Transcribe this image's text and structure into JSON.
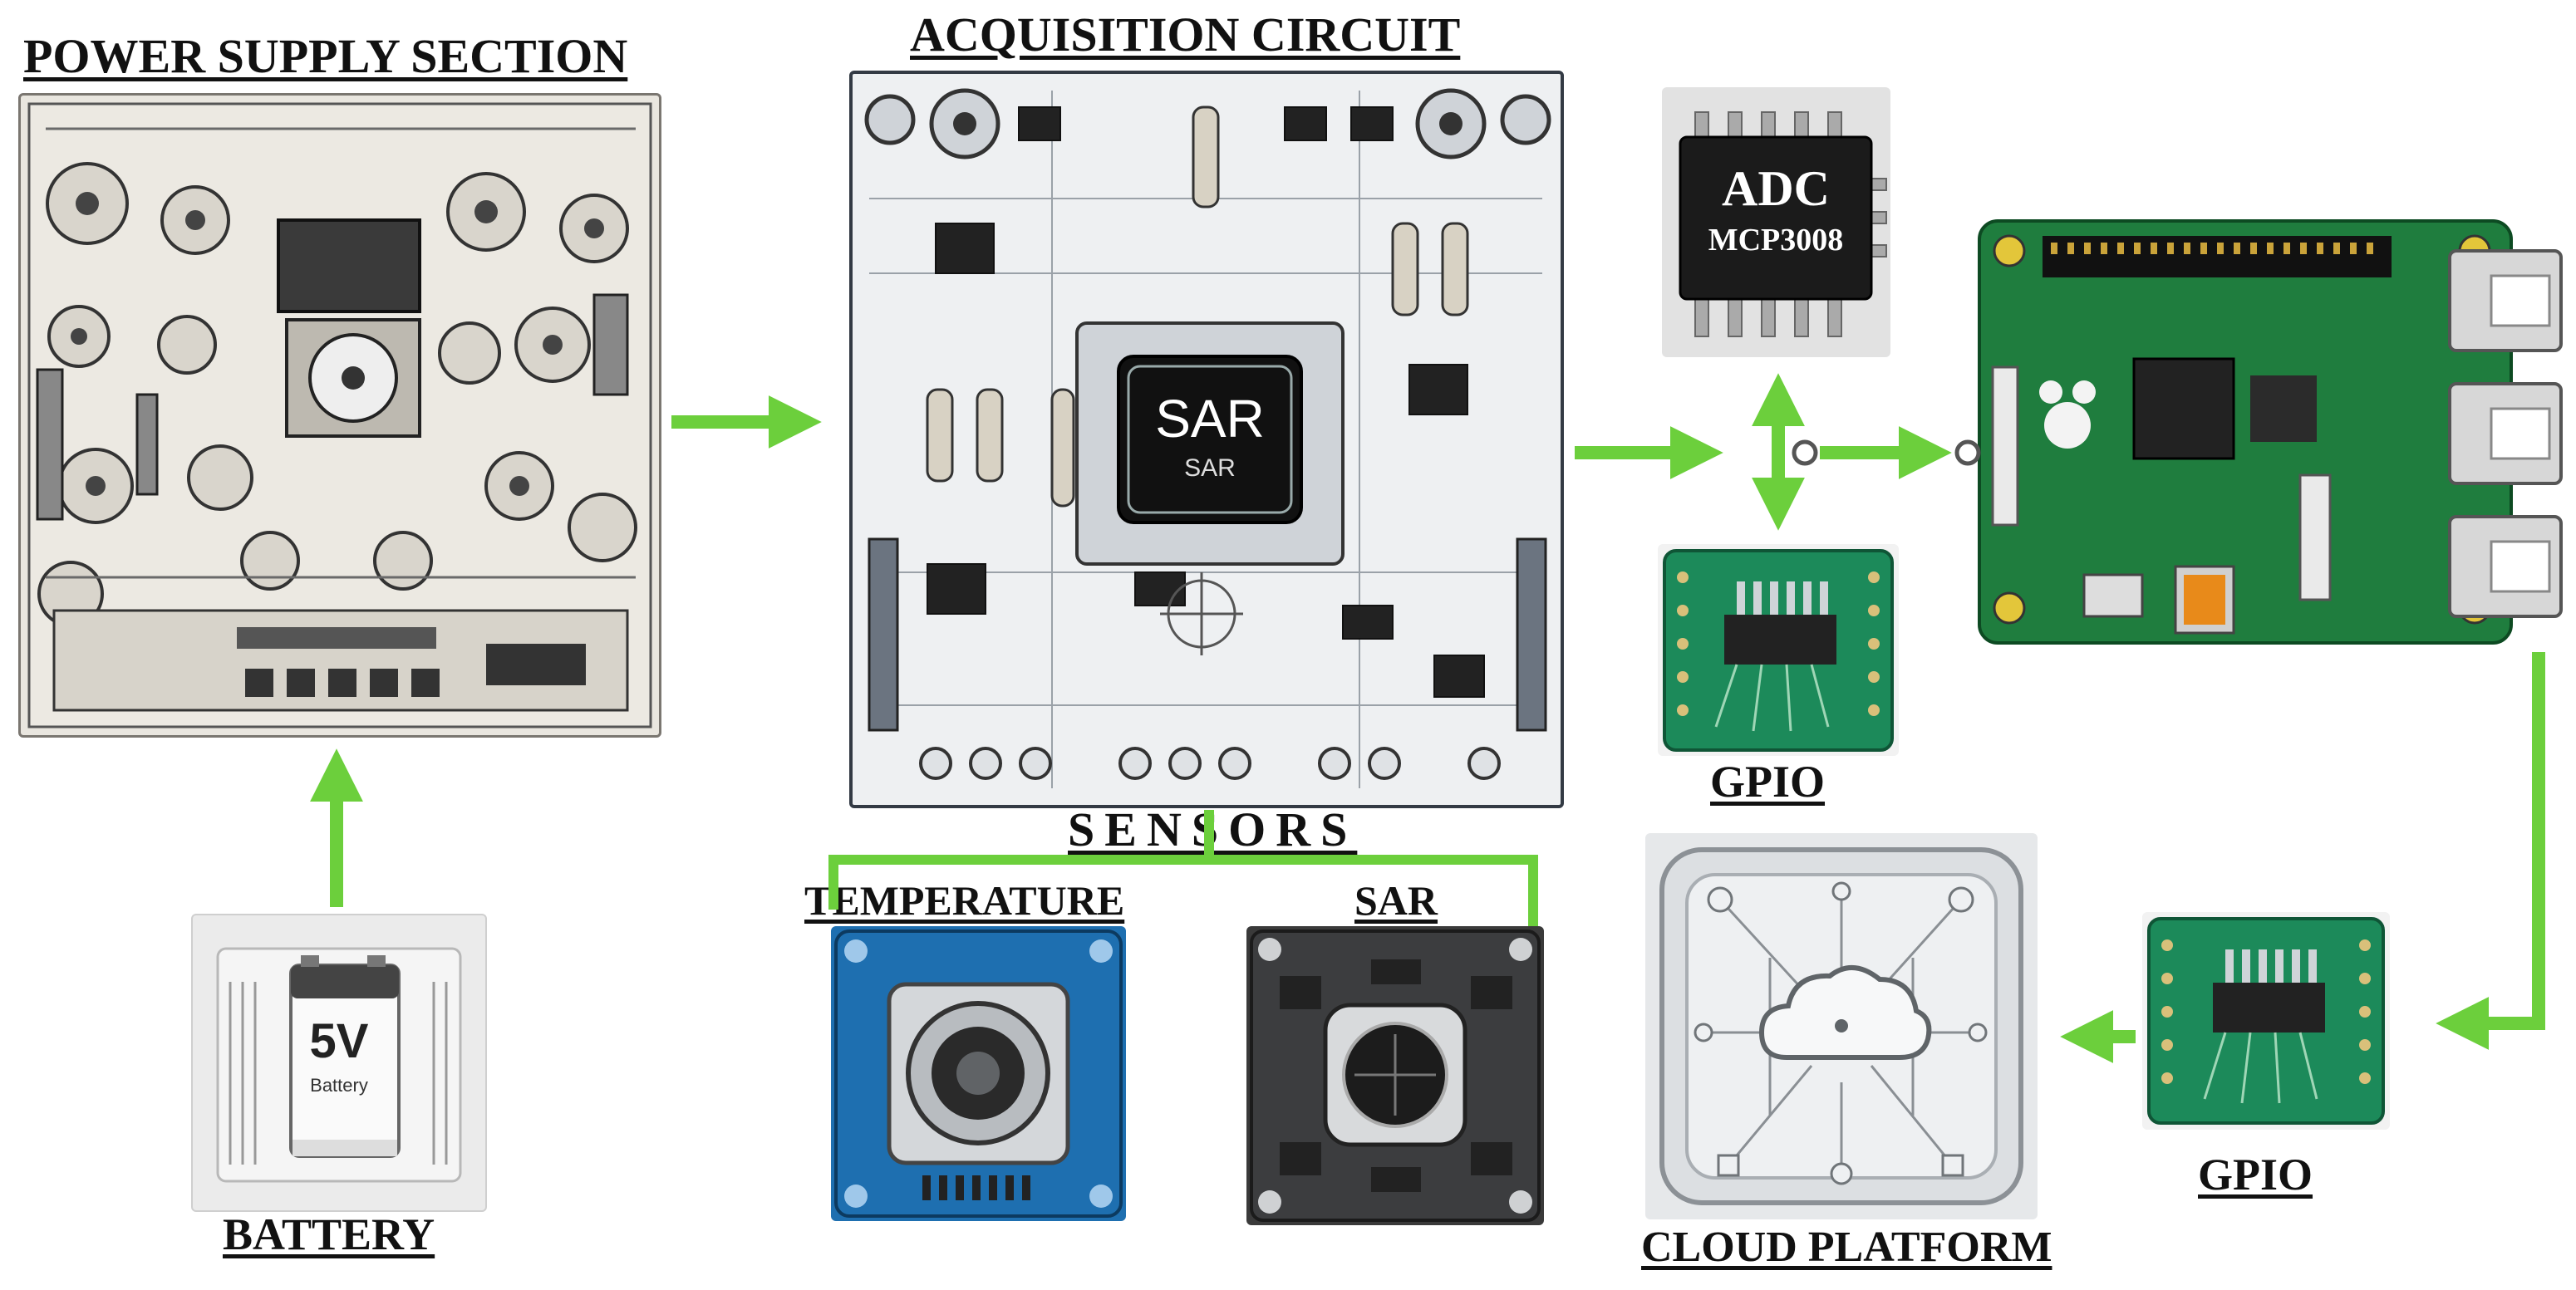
{
  "labels": {
    "power_supply": "POWER SUPPLY SECTION",
    "acquisition": "ACQUISITION CIRCUIT",
    "sensors": "SENSORS",
    "temperature": "TEMPERATURE",
    "sar": "SAR",
    "battery": "BATTERY",
    "gpio_top": "GPIO",
    "gpio_bottom": "GPIO",
    "cloud": "CLOUD PLATFORM"
  },
  "chip_labels": {
    "adc_line1": "ADC",
    "adc_line2": "MCP3008",
    "sar_chip": "SAR",
    "sar_chip_sub": "SAR",
    "battery_voltage": "5V",
    "battery_word": "Battery"
  },
  "colors": {
    "arrow": "#6ccf3c",
    "pcb_green": "#1f7d3e",
    "pcb_blue": "#1e6fb0",
    "chip_dark": "#222222"
  }
}
